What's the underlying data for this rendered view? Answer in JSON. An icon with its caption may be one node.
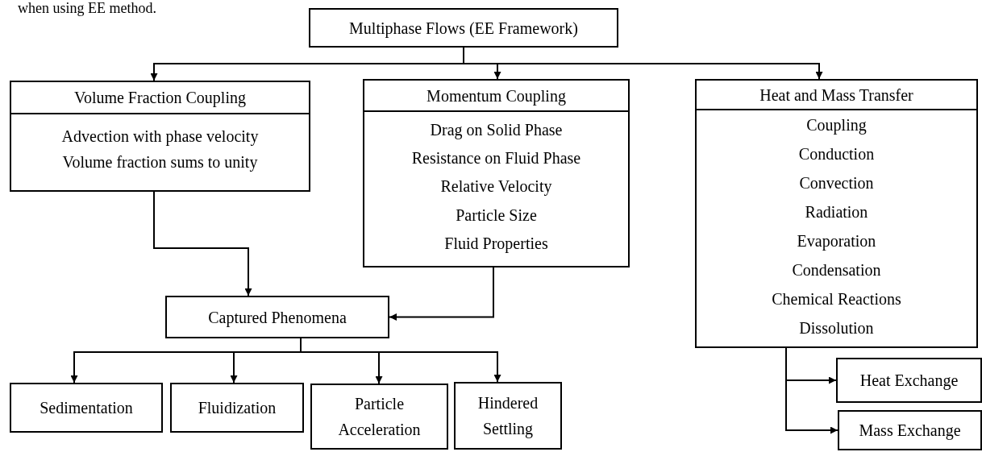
{
  "diagram": {
    "nodes": [
      {
        "text": [
          "Multiphase Flows (EE Framework)"
        ]
      },
      {
        "text": [
          "Volume Fraction Coupling",
          "Advection with phase velocity",
          "Volume fraction sums to unity"
        ]
      },
      {
        "text": [
          "Momentum Coupling",
          "Drag on Solid Phase",
          "Resistance on Fluid Phase",
          "Relative Velocity",
          "Particle Size",
          "Fluid Properties"
        ]
      },
      {
        "text": [
          "Heat and Mass Transfer",
          "Coupling",
          "Conduction",
          "Convection",
          "Radiation",
          "Evaporation",
          "Condensation",
          "Chemical Reactions",
          "Dissolution"
        ]
      },
      {
        "text": [
          "Captured Phenomena"
        ]
      },
      {
        "text": [
          "Sedimentation"
        ]
      },
      {
        "text": [
          "Fluidization"
        ]
      },
      {
        "text": [
          "Particle Acceleration"
        ]
      },
      {
        "text": [
          "Hindered Settling"
        ]
      },
      {
        "text": [
          "Heat Exchange"
        ]
      },
      {
        "text": [
          "Mass Exchange"
        ]
      }
    ],
    "edges": [
      {
        "from": 0,
        "to": 1,
        "arrow": "to"
      },
      {
        "from": 0,
        "to": 2,
        "arrow": "to"
      },
      {
        "from": 0,
        "to": 3,
        "arrow": "to"
      },
      {
        "from": 1,
        "to": 4,
        "arrow": "to"
      },
      {
        "from": 2,
        "to": 4,
        "arrow": "to"
      },
      {
        "from": 4,
        "to": 5,
        "arrow": "to"
      },
      {
        "from": 4,
        "to": 6,
        "arrow": "to"
      },
      {
        "from": 4,
        "to": 7,
        "arrow": "to"
      },
      {
        "from": 4,
        "to": 8,
        "arrow": "to"
      },
      {
        "from": 3,
        "to": 9,
        "arrow": "to"
      },
      {
        "from": 3,
        "to": 10,
        "arrow": "to"
      }
    ],
    "labels": [
      "when using EE method."
    ]
  }
}
